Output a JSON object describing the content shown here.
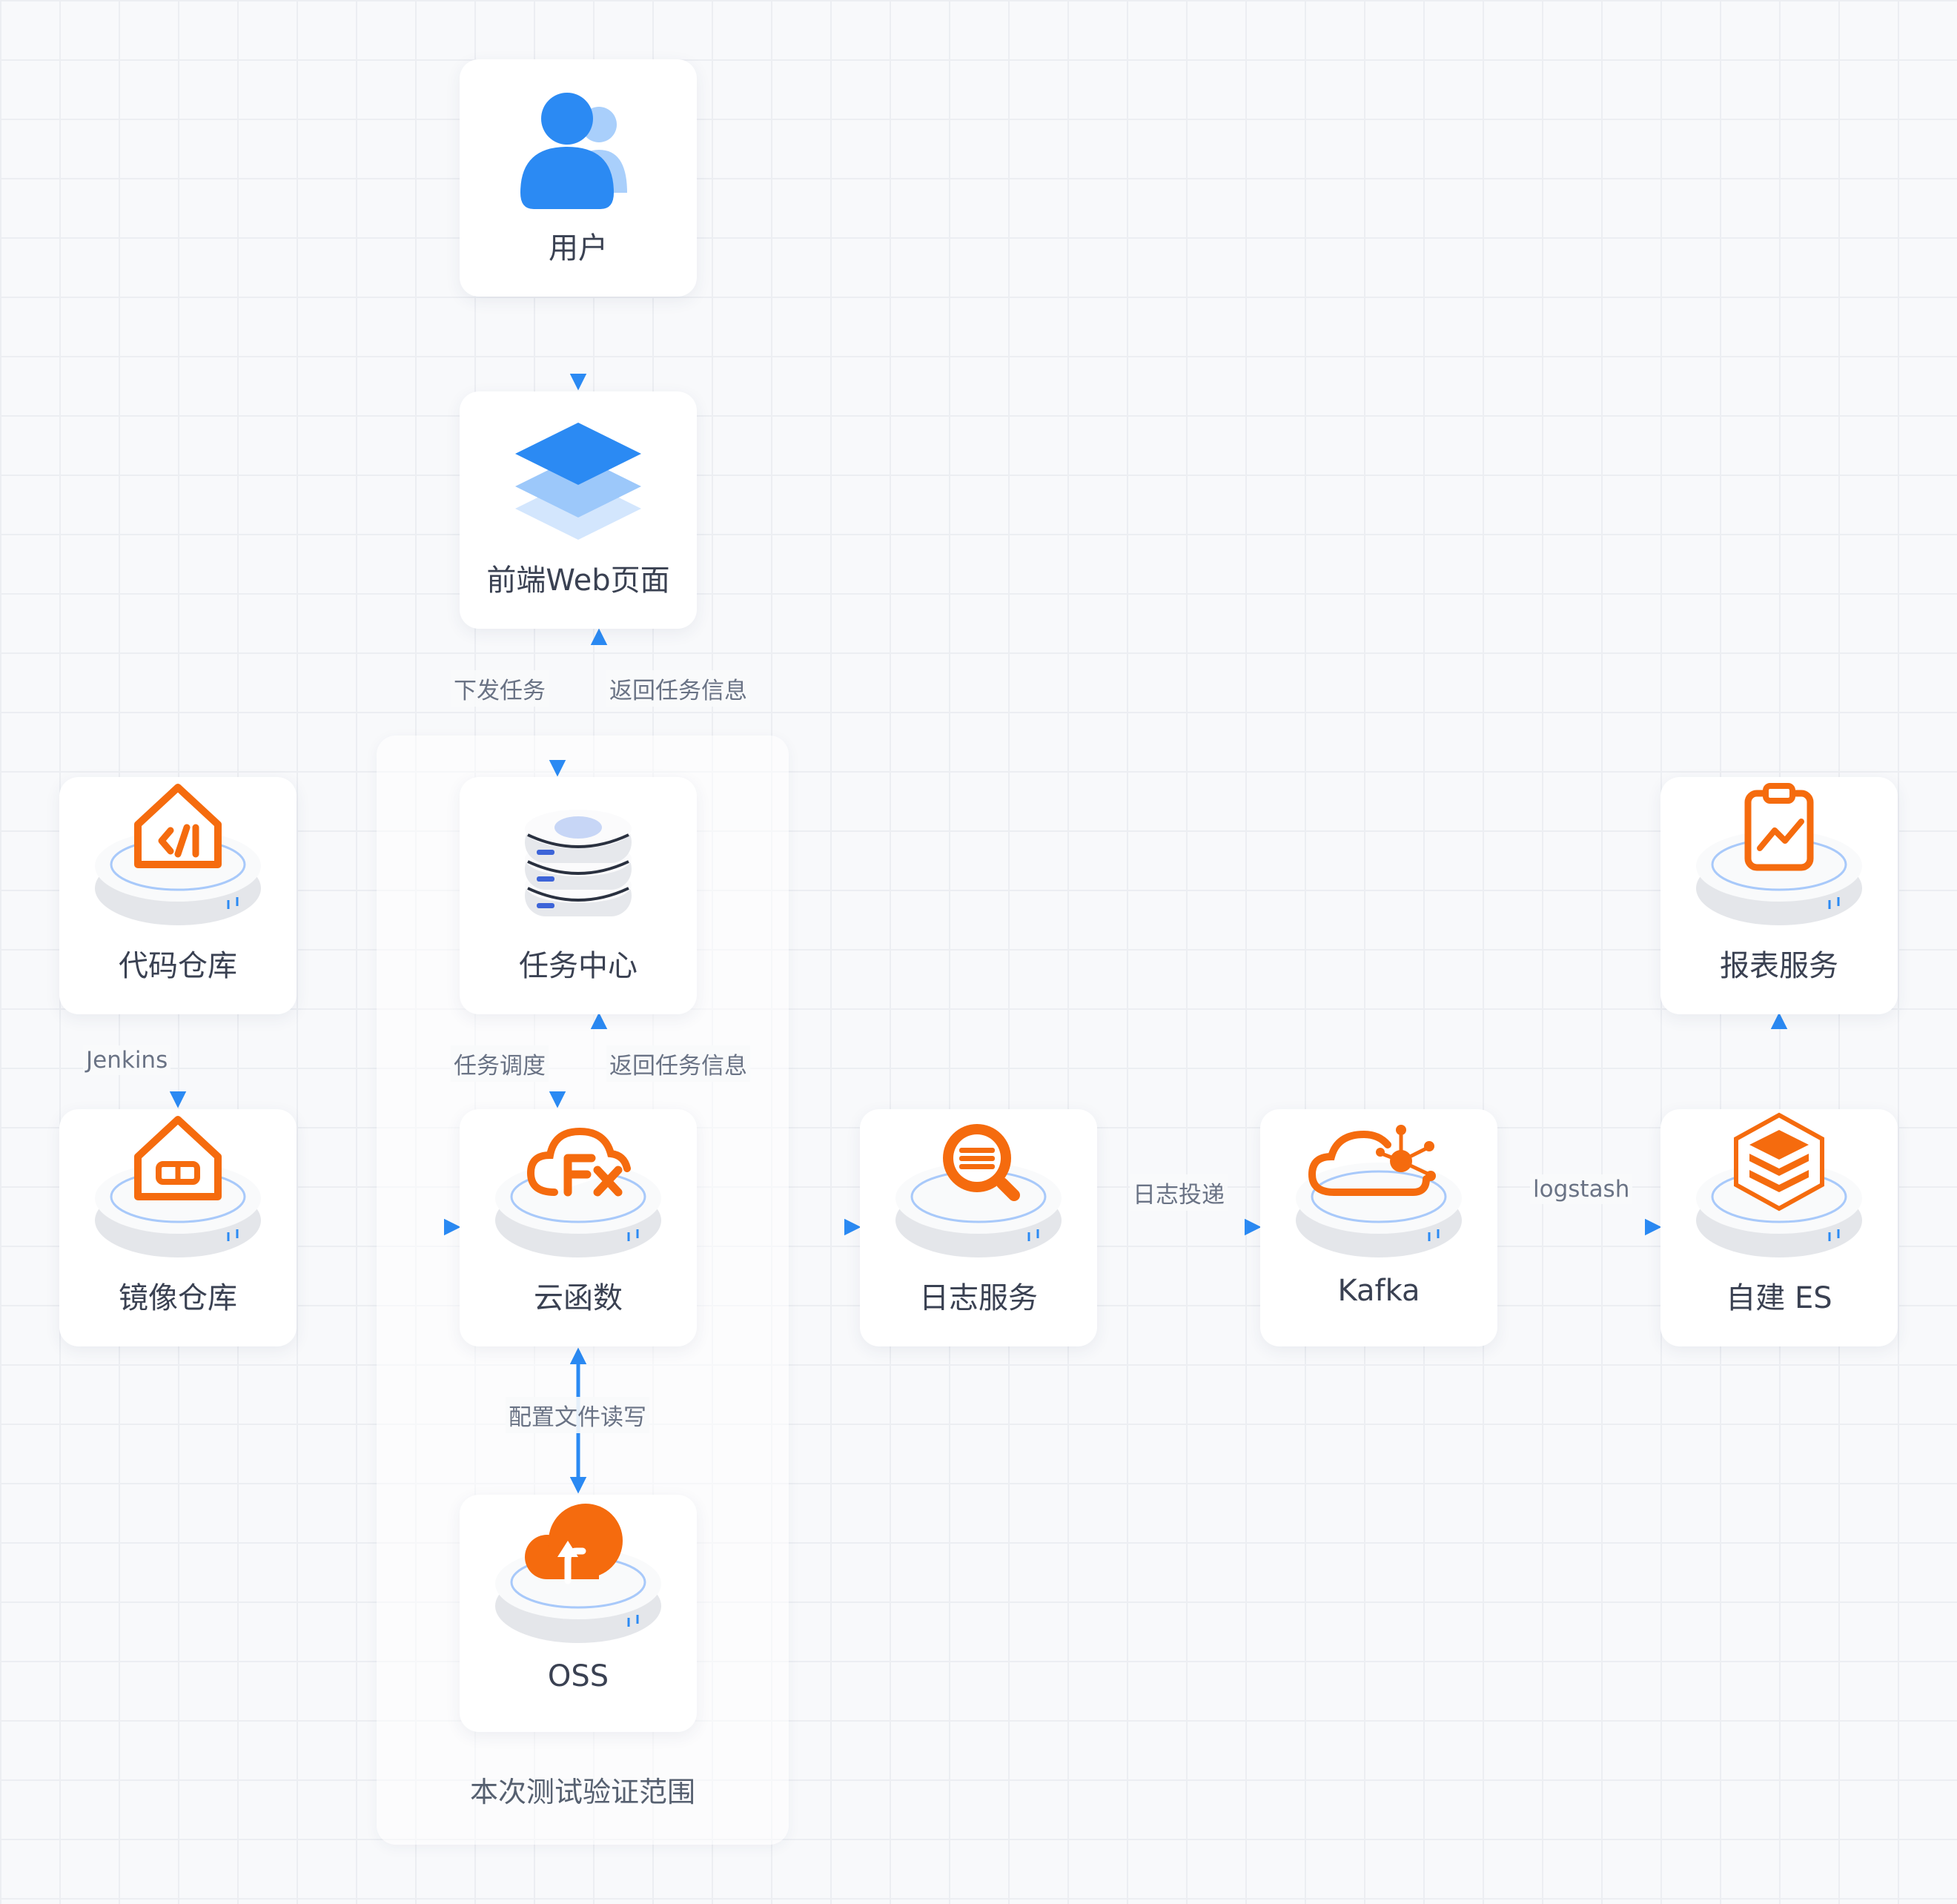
{
  "nodes": {
    "user": {
      "label": "用户",
      "icon": "user-group-icon"
    },
    "frontend": {
      "label": "前端Web页面",
      "icon": "layers-icon"
    },
    "code_repo": {
      "label": "代码仓库",
      "icon": "code-house-icon"
    },
    "task_center": {
      "label": "任务中心",
      "icon": "database-icon"
    },
    "report": {
      "label": "报表服务",
      "icon": "report-clipboard-icon"
    },
    "image_repo": {
      "label": "镜像仓库",
      "icon": "container-house-icon"
    },
    "cloud_function": {
      "label": "云函数",
      "icon": "cloud-fx-icon"
    },
    "log_service": {
      "label": "日志服务",
      "icon": "log-search-icon"
    },
    "kafka": {
      "label": "Kafka",
      "icon": "cloud-network-icon"
    },
    "es": {
      "label": "自建 ES",
      "icon": "stack-hexagon-icon"
    },
    "oss": {
      "label": "OSS",
      "icon": "cloud-upload-icon"
    }
  },
  "group": {
    "label": "本次测试验证范围"
  },
  "edges": {
    "dispatch_task": "下发任务",
    "return_info_top": "返回任务信息",
    "schedule_task": "任务调度",
    "return_info_mid": "返回任务信息",
    "jenkins": "Jenkins",
    "config_rw": "配置文件读写",
    "log_delivery": "日志投递",
    "logstash": "logstash"
  },
  "colors": {
    "accent_blue": "#2b8af3",
    "accent_orange": "#f56b0e",
    "text": "#3a4152",
    "edge_text": "#6a7385"
  }
}
